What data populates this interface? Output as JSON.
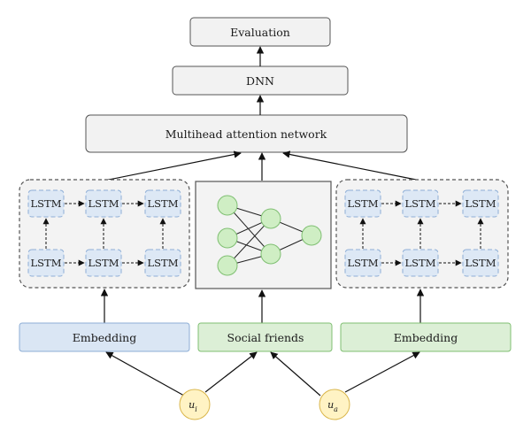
{
  "diagram": {
    "evaluation": "Evaluation",
    "dnn": "DNN",
    "attention": "Multihead attention network",
    "lstm_label": "LSTM",
    "embedding_left": "Embedding",
    "social_friends": "Social friends",
    "embedding_right": "Embedding",
    "user_i_base": "u",
    "user_i_sub": "i",
    "user_a_base": "u",
    "user_a_sub": "a"
  },
  "colors": {
    "box_fill": "#f2f2f2",
    "box_stroke": "#555555",
    "lstm_fill": "#dde8f5",
    "lstm_stroke": "#8eaed6",
    "embedding_blue": "#dae6f4",
    "embedding_green": "#dcefd6",
    "node_fill": "#cfeec4",
    "node_stroke": "#7fbf72",
    "user_fill": "#fff3c4",
    "user_stroke": "#d9b54a"
  }
}
